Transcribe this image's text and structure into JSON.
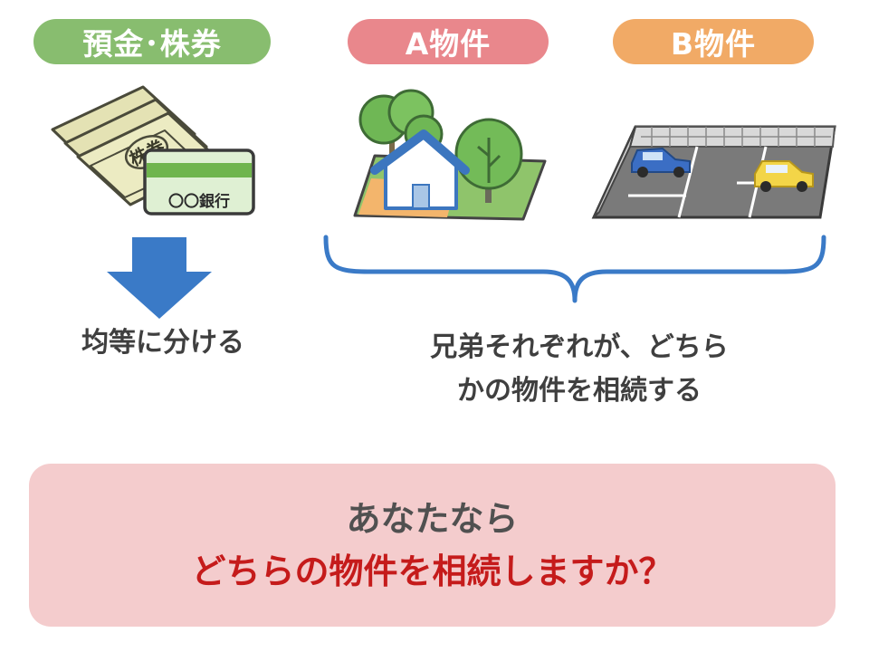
{
  "labels": {
    "savings": "預金･株券",
    "property_a": "A物件",
    "property_b": "B物件"
  },
  "illustrations": {
    "certificate_text": "株券",
    "bankbook_text": "〇〇銀行"
  },
  "captions": {
    "left": "均等に分ける",
    "right_line1": "兄弟それぞれが、どちら",
    "right_line2": "かの物件を相続する"
  },
  "question": {
    "line1": "あなたなら",
    "line2": "どちらの物件を相続しますか？"
  },
  "icons": [
    "money-stack-icon",
    "bankbook-icon",
    "house-icon",
    "tree-icon",
    "parking-lot-icon",
    "car-icon",
    "down-arrow-icon",
    "curly-brace-icon"
  ],
  "colors": {
    "savings_pill": "#88bd6f",
    "property_a_pill": "#e9878c",
    "property_b_pill": "#f1aa66",
    "arrow_blue": "#3a7ac7",
    "question_bg": "#f4cccd",
    "question_accent": "#c51b1b"
  }
}
